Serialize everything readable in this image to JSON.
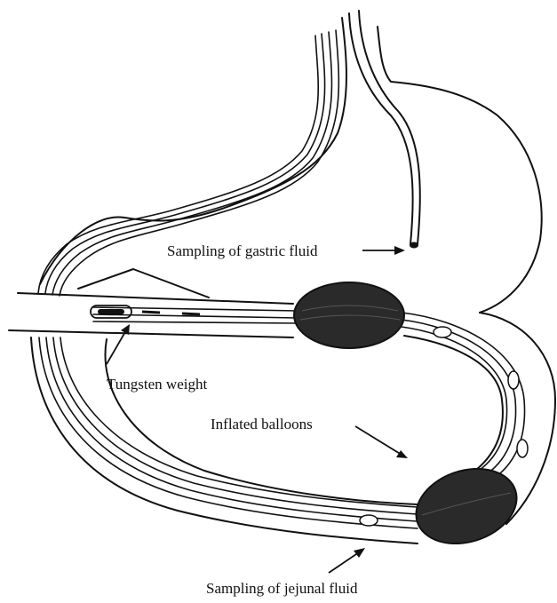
{
  "labels": {
    "gastric": "Sampling of gastric fluid",
    "tungsten": "Tungsten weight",
    "balloons": "Inflated balloons",
    "jejunal": "Sampling of jejunal fluid"
  },
  "colors": {
    "ink": "#111111",
    "balloon_fill": "#2a2a2a",
    "background": "#ffffff"
  }
}
